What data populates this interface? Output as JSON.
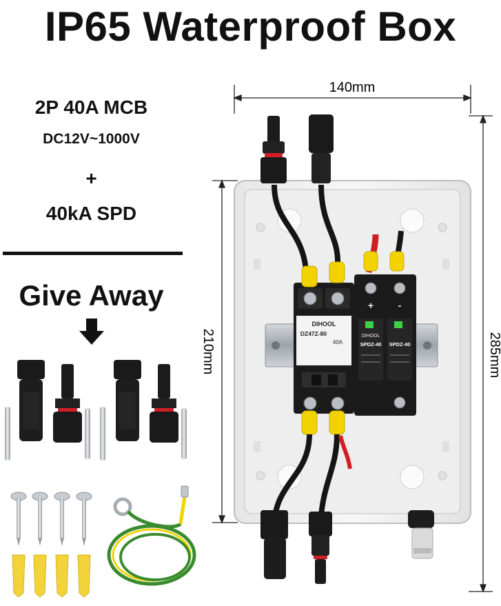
{
  "title": "IP65 Waterproof Box",
  "specs": {
    "mcb": "2P 40A MCB",
    "voltage": "DC12V~1000V",
    "plus": "+",
    "spd": "40kA SPD"
  },
  "giveaway": "Give Away",
  "dimensions": {
    "width": "140mm",
    "inner_height": "210mm",
    "outer_height": "285mm"
  },
  "breaker": {
    "brand": "DIHOOL",
    "model": "DZ47Z-80",
    "rating": "40A"
  },
  "spd_modules": {
    "brand": "DIHOOL",
    "model": "SPDZ-40",
    "plus_terminal": "+",
    "minus_terminal": "-"
  },
  "colors": {
    "box_white": "#f4f4f4",
    "din_rail": "#b9bec4",
    "device_black": "#1b1b1b",
    "ferrule_yellow": "#f2d200",
    "cable_red": "#d21f26",
    "ground_green": "#3a8a2e"
  }
}
